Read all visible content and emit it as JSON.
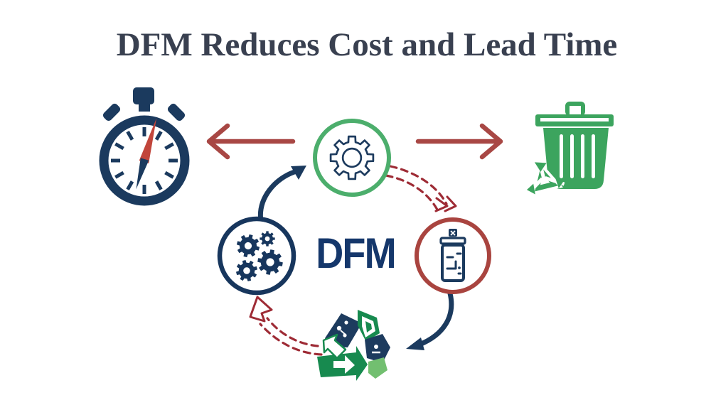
{
  "title": "DFM Reduces Cost and Lead Time",
  "center_label": "DFM",
  "diagram": {
    "cycle_icons": [
      "gear-icon",
      "waste-container-icon",
      "recycle-arrows-icon",
      "gears-icon"
    ],
    "outcome_icons": [
      "stopwatch-icon",
      "trash-recycle-icon"
    ],
    "arrows": [
      "arrow-left-to-stopwatch",
      "arrow-right-to-trash",
      "solid-curve-gears-to-gear",
      "dashed-curve-gear-to-container",
      "solid-curve-container-to-recycle",
      "dashed-curve-recycle-to-gears"
    ]
  },
  "colors": {
    "navy": "#1b3a5e",
    "circle_green": "#4cae6c",
    "trash_green": "#3ca45e",
    "recycle_dark_green": "#178a4f",
    "recycle_light_green": "#72bf70",
    "arrow_red": "#a84744",
    "dashed_red": "#9e2b35",
    "needle_red": "#c1453b",
    "title_text": "#394050",
    "dfm_text": "#15376b",
    "background": "#ffffff"
  }
}
